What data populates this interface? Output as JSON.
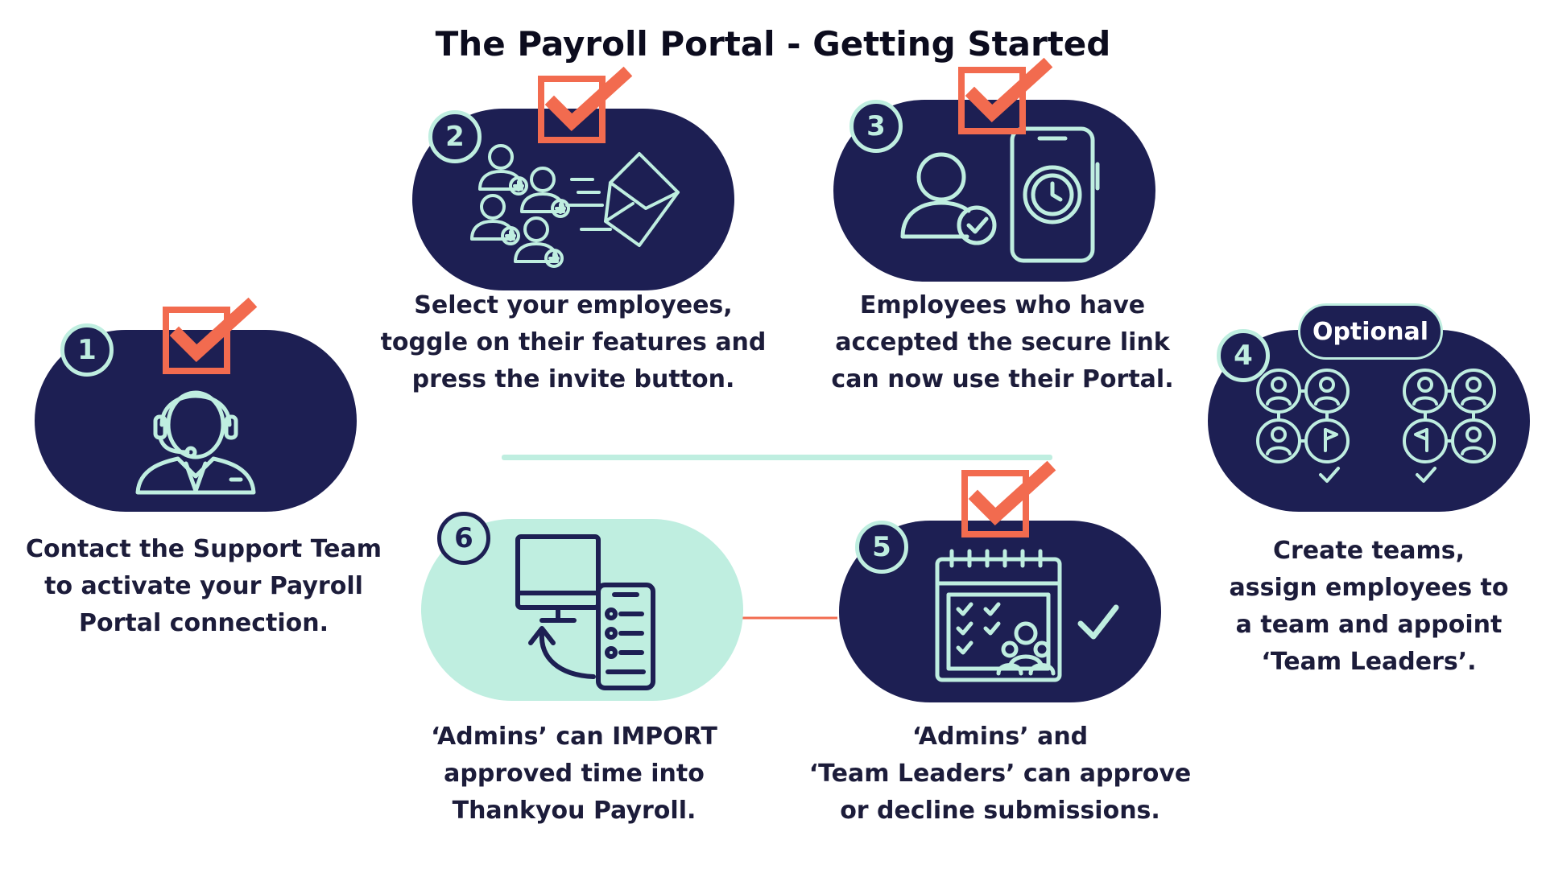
{
  "title": "The Payroll Portal - Getting Started",
  "steps": [
    {
      "number": "1",
      "lines": [
        "Contact the Support Team",
        "to activate your Payroll",
        "Portal connection."
      ]
    },
    {
      "number": "2",
      "lines": [
        "Select your employees,",
        "toggle on their features and",
        "press the invite button."
      ]
    },
    {
      "number": "3",
      "lines": [
        "Employees who have",
        "accepted the secure link",
        "can now use their Portal."
      ]
    },
    {
      "number": "4",
      "badge": "Optional",
      "lines": [
        "Create teams,",
        "assign employees to",
        "a team and appoint",
        "‘Team Leaders’."
      ]
    },
    {
      "number": "5",
      "lines": [
        "‘Admins’ and",
        "‘Team Leaders’ can approve",
        "or decline submissions."
      ]
    },
    {
      "number": "6",
      "lines": [
        "‘Admins’ can IMPORT",
        "approved time into",
        "Thankyou Payroll."
      ]
    }
  ],
  "icons": {
    "step1": "support-agent-headset",
    "step2": "add-users-and-send-email",
    "step3": "verified-user-and-phone-clock",
    "step4": "team-groups-with-leaders",
    "step5": "calendar-approval",
    "step6": "import-to-computer"
  },
  "colors": {
    "navy": "#1d1f53",
    "mint": "#bfeee0",
    "accent": "#f26b4f",
    "text": "#1c1c3a"
  }
}
